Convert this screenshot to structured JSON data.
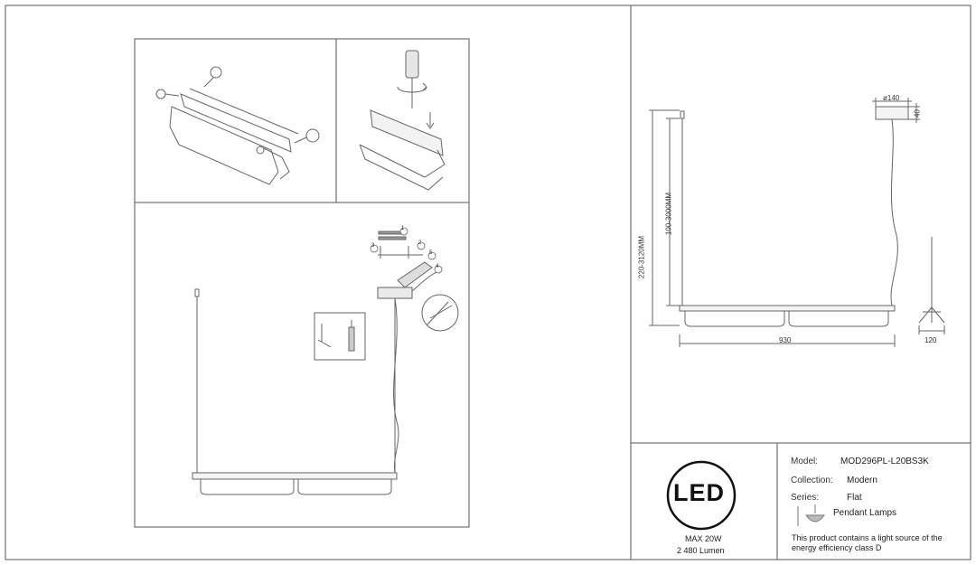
{
  "dimensions": {
    "height_total": "220-3120MM",
    "height_adjust": "100-3000MM",
    "canopy_diameter": "ø140",
    "canopy_height": "40",
    "length": "930",
    "depth": "120"
  },
  "assembly_steps": [
    "1",
    "2",
    "3",
    "4",
    "5"
  ],
  "led_logo": "LED",
  "power": {
    "max": "MAX 20W",
    "lumen": "2 480 Lumen"
  },
  "specs": {
    "model": {
      "label": "Model:",
      "value": "MOD296PL-L20BS3K"
    },
    "collection": {
      "label": "Collection:",
      "value": "Modern"
    },
    "series": {
      "label": "Series:",
      "value": "Flat"
    },
    "type": "Pendant Lamps"
  },
  "energy_note": {
    "line1": "This product contains a light source of the",
    "line2": "energy efficiency class D"
  }
}
